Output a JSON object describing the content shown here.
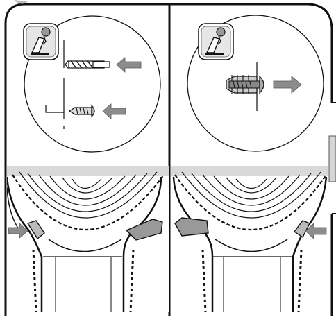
{
  "illustration": {
    "subject": "drill-chuck-rotation-direction",
    "panels": [
      {
        "id": "forward-drilling",
        "icons": [
          "drill-screw-mode-icon",
          "drill-bit-icon",
          "screw-icon",
          "arrow-left-icon"
        ],
        "rotation_switch": "pressed-from-left"
      },
      {
        "id": "reverse-unscrewing",
        "icons": [
          "drill-screw-mode-icon",
          "wall-plug-screw-icon",
          "arrow-right-icon"
        ],
        "rotation_switch": "pressed-from-right"
      }
    ],
    "colors": {
      "outline": "#111111",
      "gray-fill": "#8c8c8c",
      "light-gray": "#cfcfcf",
      "background": "#ffffff"
    }
  }
}
